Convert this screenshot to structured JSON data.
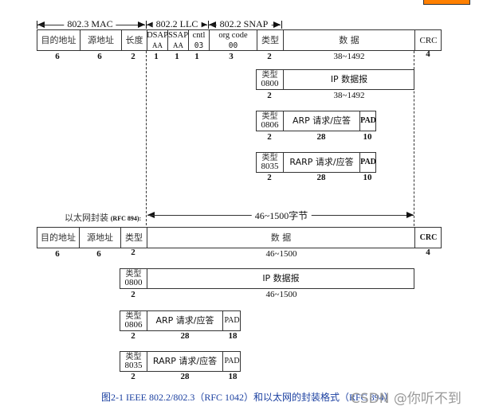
{
  "top_badge": {
    "color": "#ff8000"
  },
  "ieee_section": {
    "spans": [
      {
        "label": "802.3 MAC"
      },
      {
        "label": "802.2 LLC"
      },
      {
        "label": "802.2 SNAP"
      }
    ],
    "main_frame": {
      "fields": [
        {
          "label": "目的地址",
          "size": "6"
        },
        {
          "label": "源地址",
          "size": "6"
        },
        {
          "label": "长度",
          "size": "2"
        },
        {
          "label": "DSAP",
          "value": "AA",
          "size": "1"
        },
        {
          "label": "SSAP",
          "value": "AA",
          "size": "1"
        },
        {
          "label": "cntl",
          "value": "03",
          "size": "1"
        },
        {
          "label": "org code",
          "value": "00",
          "size": "3"
        },
        {
          "label": "类型",
          "size": "2"
        },
        {
          "label": "数 据",
          "size": "38~1492"
        },
        {
          "label": "CRC",
          "size": "4"
        }
      ]
    },
    "ip_frame": {
      "type_label": "类型",
      "type_value": "0800",
      "type_size": "2",
      "payload": "IP 数据报",
      "payload_size": "38~1492"
    },
    "arp_frame": {
      "type_label": "类型",
      "type_value": "0806",
      "type_size": "2",
      "payload": "ARP 请求/应答",
      "payload_size": "28",
      "pad": "PAD",
      "pad_size": "10"
    },
    "rarp_frame": {
      "type_label": "类型",
      "type_value": "8035",
      "type_size": "2",
      "payload": "RARP 请求/应答",
      "payload_size": "28",
      "pad": "PAD",
      "pad_size": "10"
    }
  },
  "ethernet_section": {
    "title": "以太网封装",
    "title_rfc": "(RFC 894):",
    "span_label": "46~1500字节",
    "main_frame": {
      "fields": [
        {
          "label": "目的地址",
          "size": "6"
        },
        {
          "label": "源地址",
          "size": "6"
        },
        {
          "label": "类型",
          "size": "2"
        },
        {
          "label": "数 据",
          "size": "46~1500"
        },
        {
          "label": "CRC",
          "size": "4"
        }
      ]
    },
    "ip_frame": {
      "type_label": "类型",
      "type_value": "0800",
      "type_size": "2",
      "payload": "IP 数据报",
      "payload_size": "46~1500"
    },
    "arp_frame": {
      "type_label": "类型",
      "type_value": "0806",
      "type_size": "2",
      "payload": "ARP 请求/应答",
      "payload_size": "28",
      "pad": "PAD",
      "pad_size": "18"
    },
    "rarp_frame": {
      "type_label": "类型",
      "type_value": "8035",
      "type_size": "2",
      "payload": "RARP 请求/应答",
      "payload_size": "28",
      "pad": "PAD",
      "pad_size": "18"
    }
  },
  "caption": {
    "text": "图2-1  IEEE 802.2/802.3（RFC 1042）和以太网的封装格式（RFC 894）",
    "color": "#1a3fa0"
  },
  "watermark": {
    "text": "CSDN @你听不到"
  }
}
